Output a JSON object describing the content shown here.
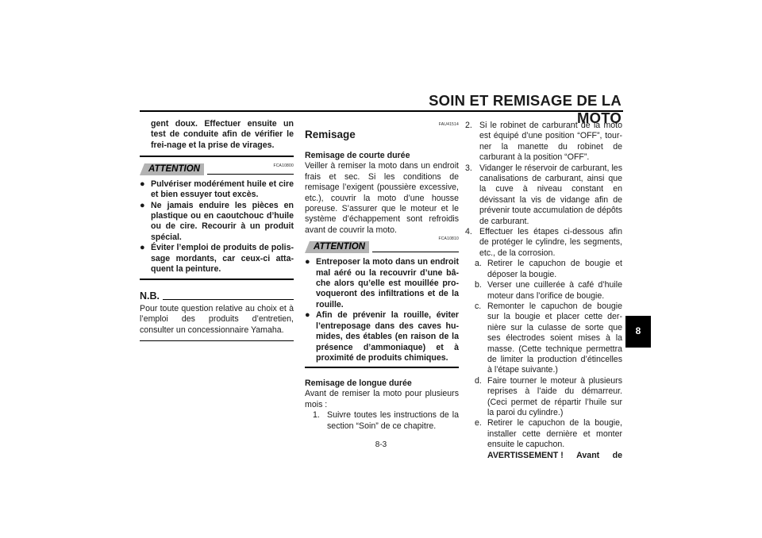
{
  "header": {
    "title": "SOIN ET REMISAGE DE LA MOTO"
  },
  "page_number": "8-3",
  "chapter_tab": "8",
  "col1": {
    "intro": "gent doux. Effectuer ensuite un test de conduite afin de vérifier le frei-nage et la prise de virages.",
    "code": "FCA10800",
    "attention_label": "ATTENTION",
    "bullets": [
      "Pulvériser modérément huile et cire et bien essuyer tout excès.",
      "Ne jamais enduire les pièces en plastique ou en caoutchouc d’huile ou de cire. Recourir à un produit spécial.",
      "Éviter l’emploi de produits de polis-sage mordants, car ceux-ci atta-quent la peinture."
    ],
    "nb_label": "N.B.",
    "nb_text": "Pour toute question relative au choix et à l’emploi des produits d’entretien, consulter un concessionnaire Yamaha."
  },
  "col2": {
    "code_top": "FAU41514",
    "title": "Remisage",
    "short_heading": "Remisage de courte durée",
    "short_text": "Veiller à remiser la moto dans un endroit frais et sec. Si les conditions de remisage l’exigent (poussière excessive, etc.), couvrir la moto d’une housse poreuse. S’assurer que le moteur et le système d’échappement sont refroidis avant de couvrir la moto.",
    "code": "FCA10810",
    "attention_label": "ATTENTION",
    "bullets": [
      "Entreposer la moto dans un endroit mal aéré ou la recouvrir d’une bâ-che alors qu’elle est mouillée pro-voqueront des infiltrations et de la rouille.",
      "Afin de prévenir la rouille, éviter l’entreposage dans des caves hu-mides, des étables (en raison de la présence d’ammoniaque) et à proximité de produits chimiques."
    ],
    "long_heading": "Remisage de longue durée",
    "long_text": "Avant de remiser la moto pour plusieurs mois :",
    "step1_num": "1.",
    "step1": "Suivre toutes les instructions de la section “Soin” de ce chapitre."
  },
  "col3": {
    "steps": [
      {
        "num": "2.",
        "text": "Si le robinet de carburant de la moto est équipé d’une position “OFF”, tour-ner la manette du robinet de carburant à la position “OFF”."
      },
      {
        "num": "3.",
        "text": "Vidanger le réservoir de carburant, les canalisations de carburant, ainsi que la cuve à niveau constant en dévissant la vis de vidange afin de prévenir toute accumulation de dépôts de carburant."
      },
      {
        "num": "4.",
        "text": "Effectuer les étapes ci-dessous afin de protéger le cylindre, les segments, etc., de la corrosion."
      }
    ],
    "substeps": [
      {
        "num": "a.",
        "text": "Retirer le capuchon de bougie et déposer la bougie."
      },
      {
        "num": "b.",
        "text": "Verser une cuillerée à café d’huile moteur dans l’orifice de bougie."
      },
      {
        "num": "c.",
        "text": "Remonter le capuchon de bougie sur la bougie et placer cette der-nière sur la culasse de sorte que ses électrodes soient mises à la masse. (Cette technique permettra de limiter la production d’étincelles à l’étape suivante.)"
      },
      {
        "num": "d.",
        "text": "Faire tourner le moteur à plusieurs reprises à l’aide du démarreur. (Ceci permet de répartir l’huile sur la paroi du cylindre.)"
      },
      {
        "num": "e.",
        "text": "Retirer le capuchon de la bougie, installer cette dernière et monter ensuite le capuchon."
      }
    ],
    "last_words": [
      "AVERTISSEMENT !",
      "Avant",
      "de"
    ]
  }
}
